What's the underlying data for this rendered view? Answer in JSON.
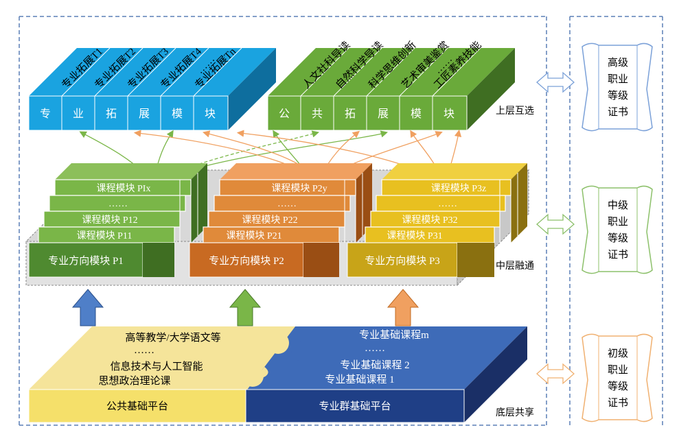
{
  "top_left": {
    "stacks": [
      "专业拓展T1",
      "专业拓展T2",
      "专业拓展T3",
      "专业拓展T4",
      "……",
      "专业拓展Tn"
    ],
    "front": [
      "专",
      "业",
      "拓",
      "展",
      "模",
      "块"
    ]
  },
  "top_right": {
    "stacks": [
      "人文社科导读",
      "自然科学导读",
      "科学思维创新",
      "艺术审美鉴赏",
      "……",
      "工匠素养技能"
    ],
    "front": [
      "公",
      "共",
      "拓",
      "展",
      "模",
      "块"
    ]
  },
  "middle": {
    "p1": {
      "rows": [
        "课程模块 PIx",
        "……",
        "课程模块 P12",
        "课程模块 P11"
      ],
      "base": "专业方向模块 P1"
    },
    "p2": {
      "rows": [
        "课程模块 P2y",
        "……",
        "课程模块 P22",
        "课程模块 P21"
      ],
      "base": "专业方向模块 P2"
    },
    "p3": {
      "rows": [
        "课程模块 P3z",
        "……",
        "课程模块 P32",
        "课程模块 P31"
      ],
      "base": "专业方向模块 P3"
    }
  },
  "bottom": {
    "left_lines": [
      "高等教学/大学语文等",
      "……",
      "信息技术与人工智能",
      "思想政治理论课"
    ],
    "right_lines": [
      "专业基础课程m",
      "……",
      "专业基础课程 2",
      "专业基础课程 1"
    ],
    "left_base": "公共基础平台",
    "right_base": "专业群基础平台"
  },
  "layers": {
    "upper": "上层互选",
    "middle": "中层融通",
    "bottom": "底层共享"
  },
  "certs": {
    "high": [
      "高级",
      "职业",
      "等级",
      "证书"
    ],
    "mid": [
      "中级",
      "职业",
      "等级",
      "证书"
    ],
    "low": [
      "初级",
      "职业",
      "等级",
      "证书"
    ]
  },
  "colors": {
    "blue": "#1aa3e0",
    "green_top": "#6aaa3a",
    "green_mid": "#5a9a40",
    "orange": "#e08a3a",
    "yellow": "#e8c020",
    "navy": "#1f3f86",
    "light_yellow": "#f5e49a",
    "frame": "#5a7fb5"
  }
}
